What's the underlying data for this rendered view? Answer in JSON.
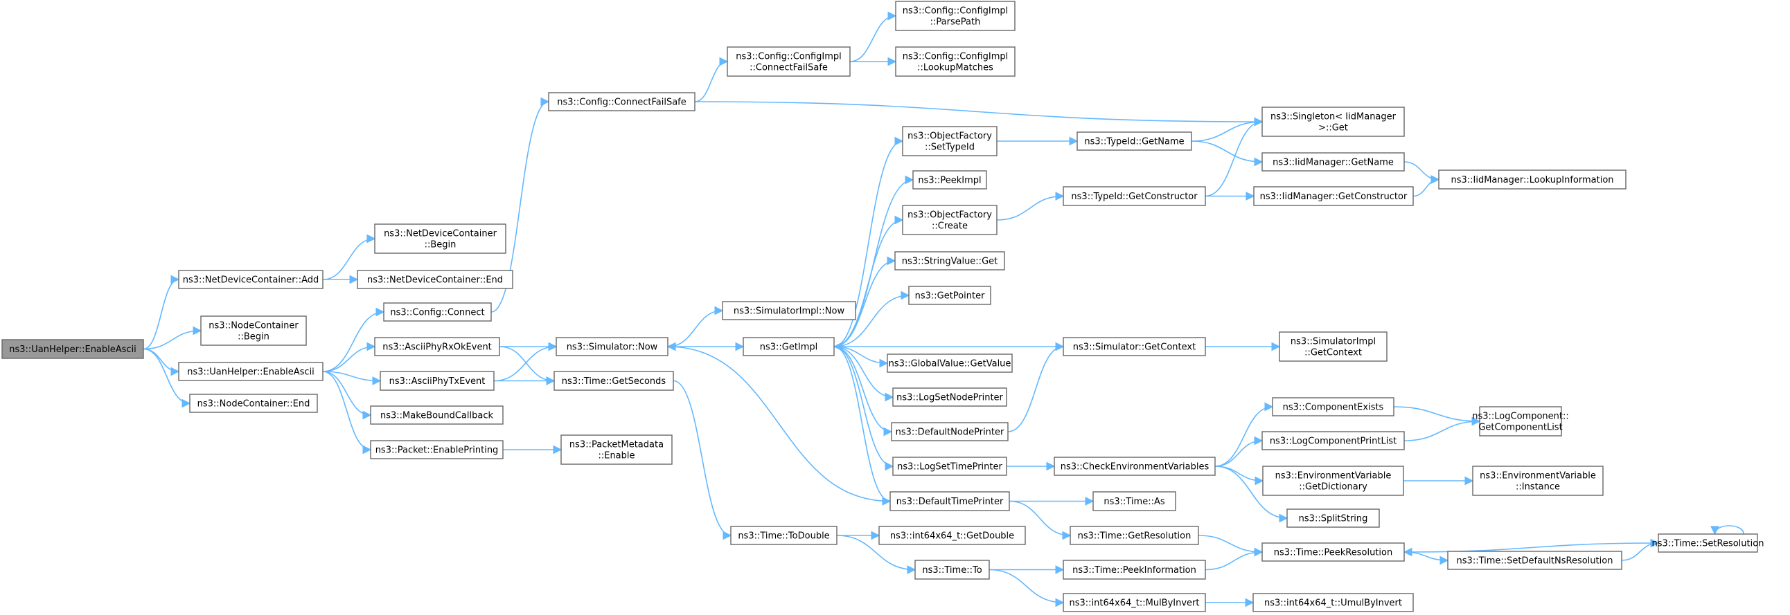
{
  "graph": {
    "type": "call-graph",
    "root": "ns3::UanHelper::EnableAscii",
    "colors": {
      "edge": "#63b8ff",
      "node_border": "#666666",
      "node_fill": "#ffffff",
      "root_fill": "#999999",
      "text": "#000000"
    },
    "nodes": [
      {
        "id": "uanhelper_enableascii_root",
        "lines": [
          "ns3::UanHelper::EnableAscii"
        ],
        "root": true
      },
      {
        "id": "netdevicecontainer_add",
        "lines": [
          "ns3::NetDeviceContainer::Add"
        ]
      },
      {
        "id": "netdevicecontainer_begin",
        "lines": [
          "ns3::NetDeviceContainer",
          "::Begin"
        ]
      },
      {
        "id": "netdevicecontainer_end",
        "lines": [
          "ns3::NetDeviceContainer::End"
        ]
      },
      {
        "id": "nodecontainer_begin",
        "lines": [
          "ns3::NodeContainer",
          "::Begin"
        ]
      },
      {
        "id": "uanhelper_enableascii",
        "lines": [
          "ns3::UanHelper::EnableAscii"
        ]
      },
      {
        "id": "nodecontainer_end",
        "lines": [
          "ns3::NodeContainer::End"
        ]
      },
      {
        "id": "config_connect",
        "lines": [
          "ns3::Config::Connect"
        ]
      },
      {
        "id": "asciiphyrxokevent",
        "lines": [
          "ns3::AsciiPhyRxOkEvent"
        ]
      },
      {
        "id": "asciiphytxevent",
        "lines": [
          "ns3::AsciiPhyTxEvent"
        ]
      },
      {
        "id": "makeboundcallback",
        "lines": [
          "ns3::MakeBoundCallback"
        ]
      },
      {
        "id": "packet_enableprinting",
        "lines": [
          "ns3::Packet::EnablePrinting"
        ]
      },
      {
        "id": "config_connectfailsafe",
        "lines": [
          "ns3::Config::ConnectFailSafe"
        ]
      },
      {
        "id": "configimpl_connectfailsafe",
        "lines": [
          "ns3::Config::ConfigImpl",
          "::ConnectFailSafe"
        ]
      },
      {
        "id": "configimpl_parsepath",
        "lines": [
          "ns3::Config::ConfigImpl",
          "::ParsePath"
        ]
      },
      {
        "id": "configimpl_lookupmatches",
        "lines": [
          "ns3::Config::ConfigImpl",
          "::LookupMatches"
        ]
      },
      {
        "id": "simulator_now",
        "lines": [
          "ns3::Simulator::Now"
        ]
      },
      {
        "id": "time_getseconds",
        "lines": [
          "ns3::Time::GetSeconds"
        ]
      },
      {
        "id": "packetmetadata_enable",
        "lines": [
          "ns3::PacketMetadata",
          "::Enable"
        ]
      },
      {
        "id": "simulatorimpl_now",
        "lines": [
          "ns3::SimulatorImpl::Now"
        ]
      },
      {
        "id": "getimpl",
        "lines": [
          "ns3::GetImpl"
        ]
      },
      {
        "id": "time_todouble",
        "lines": [
          "ns3::Time::ToDouble"
        ]
      },
      {
        "id": "int64x64_getdouble",
        "lines": [
          "ns3::int64x64_t::GetDouble"
        ]
      },
      {
        "id": "time_to",
        "lines": [
          "ns3::Time::To"
        ]
      },
      {
        "id": "objectfactory_settypeid",
        "lines": [
          "ns3::ObjectFactory",
          "::SetTypeId"
        ]
      },
      {
        "id": "peekimpl",
        "lines": [
          "ns3::PeekImpl"
        ]
      },
      {
        "id": "objectfactory_create",
        "lines": [
          "ns3::ObjectFactory",
          "::Create"
        ]
      },
      {
        "id": "stringvalue_get",
        "lines": [
          "ns3::StringValue::Get"
        ]
      },
      {
        "id": "getpointer",
        "lines": [
          "ns3::GetPointer"
        ]
      },
      {
        "id": "globalvalue_getvalue",
        "lines": [
          "ns3::GlobalValue::GetValue"
        ]
      },
      {
        "id": "logsetnodeprinter",
        "lines": [
          "ns3::LogSetNodePrinter"
        ]
      },
      {
        "id": "defaultnodeprinter",
        "lines": [
          "ns3::DefaultNodePrinter"
        ]
      },
      {
        "id": "logsettimeprinter",
        "lines": [
          "ns3::LogSetTimePrinter"
        ]
      },
      {
        "id": "defaulttimeprinter",
        "lines": [
          "ns3::DefaultTimePrinter"
        ]
      },
      {
        "id": "typeid_getname",
        "lines": [
          "ns3::TypeId::GetName"
        ]
      },
      {
        "id": "typeid_getconstructor",
        "lines": [
          "ns3::TypeId::GetConstructor"
        ]
      },
      {
        "id": "simulator_getcontext",
        "lines": [
          "ns3::Simulator::GetContext"
        ]
      },
      {
        "id": "checkenvironmentvariables",
        "lines": [
          "ns3::CheckEnvironmentVariables"
        ]
      },
      {
        "id": "time_as",
        "lines": [
          "ns3::Time::As"
        ]
      },
      {
        "id": "time_getresolution",
        "lines": [
          "ns3::Time::GetResolution"
        ]
      },
      {
        "id": "time_peekinformation",
        "lines": [
          "ns3::Time::PeekInformation"
        ]
      },
      {
        "id": "int64x64_mulbyinvert",
        "lines": [
          "ns3::int64x64_t::MulByInvert"
        ]
      },
      {
        "id": "singleton_iidmanager_get",
        "lines": [
          "ns3::Singleton< IidManager",
          " >::Get"
        ]
      },
      {
        "id": "iidmanager_getname",
        "lines": [
          "ns3::IidManager::GetName"
        ]
      },
      {
        "id": "iidmanager_getconstructor",
        "lines": [
          "ns3::IidManager::GetConstructor"
        ]
      },
      {
        "id": "simulatorimpl_getcontext",
        "lines": [
          "ns3::SimulatorImpl",
          "::GetContext"
        ]
      },
      {
        "id": "componentexists",
        "lines": [
          "ns3::ComponentExists"
        ]
      },
      {
        "id": "logcomponentprintlist",
        "lines": [
          "ns3::LogComponentPrintList"
        ]
      },
      {
        "id": "environmentvariable_getdictionary",
        "lines": [
          "ns3::EnvironmentVariable",
          "::GetDictionary"
        ]
      },
      {
        "id": "splitstring",
        "lines": [
          "ns3::SplitString"
        ]
      },
      {
        "id": "time_peekresolution",
        "lines": [
          "ns3::Time::PeekResolution"
        ]
      },
      {
        "id": "int64x64_umulbyinvert",
        "lines": [
          "ns3::int64x64_t::UmulByInvert"
        ]
      },
      {
        "id": "iidmanager_lookupinformation",
        "lines": [
          "ns3::IidManager::LookupInformation"
        ]
      },
      {
        "id": "logcomponent_getcomponentlist",
        "lines": [
          "ns3::LogComponent::",
          "GetComponentList"
        ]
      },
      {
        "id": "environmentvariable_instance",
        "lines": [
          "ns3::EnvironmentVariable",
          "::Instance"
        ]
      },
      {
        "id": "time_setdefaultnsresolution",
        "lines": [
          "ns3::Time::SetDefaultNsResolution"
        ]
      },
      {
        "id": "time_setresolution",
        "lines": [
          "ns3::Time::SetResolution"
        ]
      }
    ],
    "edges": [
      [
        "uanhelper_enableascii_root",
        "netdevicecontainer_add"
      ],
      [
        "uanhelper_enableascii_root",
        "nodecontainer_begin"
      ],
      [
        "uanhelper_enableascii_root",
        "uanhelper_enableascii"
      ],
      [
        "uanhelper_enableascii_root",
        "nodecontainer_end"
      ],
      [
        "netdevicecontainer_add",
        "netdevicecontainer_begin"
      ],
      [
        "netdevicecontainer_add",
        "netdevicecontainer_end"
      ],
      [
        "uanhelper_enableascii",
        "config_connect"
      ],
      [
        "uanhelper_enableascii",
        "asciiphyrxokevent"
      ],
      [
        "uanhelper_enableascii",
        "asciiphytxevent"
      ],
      [
        "uanhelper_enableascii",
        "makeboundcallback"
      ],
      [
        "uanhelper_enableascii",
        "packet_enableprinting"
      ],
      [
        "config_connect",
        "config_connectfailsafe"
      ],
      [
        "config_connectfailsafe",
        "configimpl_connectfailsafe"
      ],
      [
        "config_connectfailsafe",
        "singleton_iidmanager_get"
      ],
      [
        "configimpl_connectfailsafe",
        "configimpl_parsepath"
      ],
      [
        "configimpl_connectfailsafe",
        "configimpl_lookupmatches"
      ],
      [
        "asciiphyrxokevent",
        "simulator_now"
      ],
      [
        "asciiphyrxokevent",
        "time_getseconds"
      ],
      [
        "asciiphytxevent",
        "simulator_now"
      ],
      [
        "asciiphytxevent",
        "time_getseconds"
      ],
      [
        "packet_enableprinting",
        "packetmetadata_enable"
      ],
      [
        "simulator_now",
        "simulatorimpl_now"
      ],
      [
        "simulator_now",
        "getimpl"
      ],
      [
        "time_getseconds",
        "time_todouble"
      ],
      [
        "getimpl",
        "objectfactory_settypeid"
      ],
      [
        "getimpl",
        "peekimpl"
      ],
      [
        "getimpl",
        "objectfactory_create"
      ],
      [
        "getimpl",
        "stringvalue_get"
      ],
      [
        "getimpl",
        "getpointer"
      ],
      [
        "getimpl",
        "globalvalue_getvalue"
      ],
      [
        "getimpl",
        "logsetnodeprinter"
      ],
      [
        "getimpl",
        "defaultnodeprinter"
      ],
      [
        "getimpl",
        "logsettimeprinter"
      ],
      [
        "getimpl",
        "defaulttimeprinter"
      ],
      [
        "simulator_getcontext",
        "getimpl"
      ],
      [
        "simulator_getcontext",
        "simulatorimpl_getcontext"
      ],
      [
        "defaultnodeprinter",
        "simulator_getcontext"
      ],
      [
        "defaulttimeprinter",
        "simulator_now"
      ],
      [
        "defaulttimeprinter",
        "time_as"
      ],
      [
        "defaulttimeprinter",
        "time_getresolution"
      ],
      [
        "logsettimeprinter",
        "checkenvironmentvariables"
      ],
      [
        "objectfactory_settypeid",
        "typeid_getname"
      ],
      [
        "objectfactory_create",
        "typeid_getconstructor"
      ],
      [
        "typeid_getname",
        "singleton_iidmanager_get"
      ],
      [
        "typeid_getname",
        "iidmanager_getname"
      ],
      [
        "typeid_getconstructor",
        "singleton_iidmanager_get"
      ],
      [
        "typeid_getconstructor",
        "iidmanager_getconstructor"
      ],
      [
        "iidmanager_getname",
        "iidmanager_lookupinformation"
      ],
      [
        "iidmanager_getconstructor",
        "iidmanager_lookupinformation"
      ],
      [
        "checkenvironmentvariables",
        "componentexists"
      ],
      [
        "checkenvironmentvariables",
        "logcomponentprintlist"
      ],
      [
        "checkenvironmentvariables",
        "environmentvariable_getdictionary"
      ],
      [
        "checkenvironmentvariables",
        "splitstring"
      ],
      [
        "componentexists",
        "logcomponent_getcomponentlist"
      ],
      [
        "logcomponentprintlist",
        "logcomponent_getcomponentlist"
      ],
      [
        "environmentvariable_getdictionary",
        "environmentvariable_instance"
      ],
      [
        "time_todouble",
        "int64x64_getdouble"
      ],
      [
        "time_todouble",
        "time_to"
      ],
      [
        "time_to",
        "time_peekinformation"
      ],
      [
        "time_to",
        "int64x64_mulbyinvert"
      ],
      [
        "time_peekinformation",
        "time_peekresolution"
      ],
      [
        "time_getresolution",
        "time_peekresolution"
      ],
      [
        "int64x64_mulbyinvert",
        "int64x64_umulbyinvert"
      ],
      [
        "time_peekresolution",
        "time_setdefaultnsresolution"
      ],
      [
        "time_setdefaultnsresolution",
        "time_setresolution"
      ],
      [
        "time_setresolution",
        "time_peekresolution"
      ],
      [
        "time_setresolution",
        "time_setresolution"
      ]
    ]
  }
}
